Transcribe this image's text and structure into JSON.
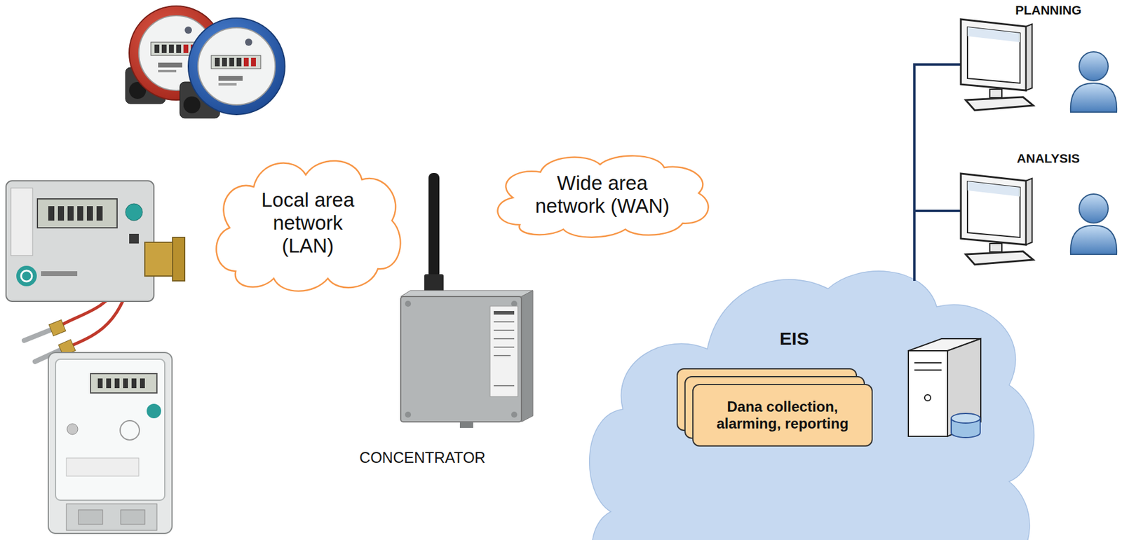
{
  "diagram": {
    "nodes": [
      {
        "text": [
          "Local area network (LAN)"
        ]
      },
      {
        "text": [
          "Wide area network (WAN)"
        ]
      },
      {
        "text": [
          "EIS"
        ]
      },
      {
        "text": [
          "Dana collection, alarming, reporting"
        ],
        "in": 2
      }
    ],
    "labels": [
      "PLANNING",
      "ANALYSIS",
      "CONCENTRATOR"
    ]
  }
}
